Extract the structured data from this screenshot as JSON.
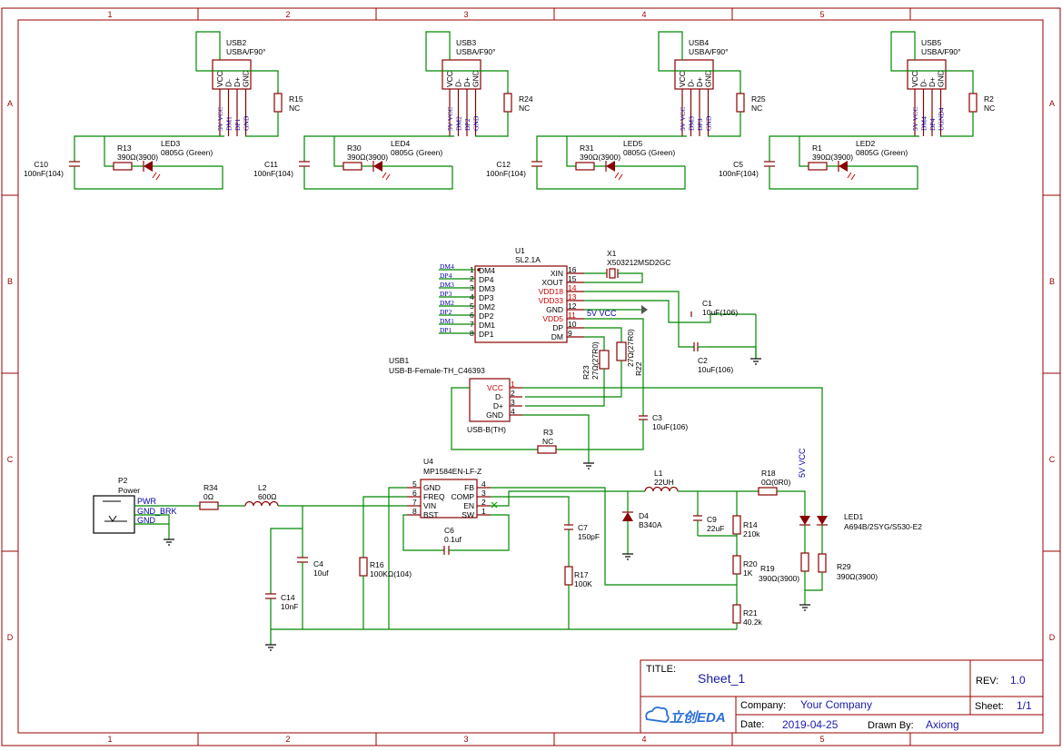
{
  "border": {
    "columns": [
      "1",
      "2",
      "3",
      "4",
      "5"
    ],
    "rows": [
      "A",
      "B",
      "C",
      "D"
    ]
  },
  "usb_ports": [
    {
      "ref": "USB2",
      "value": "USBA/F90°",
      "pins": [
        "VCC",
        "D-",
        "D+",
        "GND"
      ],
      "nets": [
        "5V VCC",
        "DM1",
        "DP1",
        "GND"
      ],
      "res_ref": "R15",
      "res_val": "NC",
      "cap_ref": "C10",
      "cap_val": "100nF(104)",
      "r_ref": "R13",
      "r_val": "390Ω(3900)",
      "led_ref": "LED3",
      "led_val": "0805G (Green)"
    },
    {
      "ref": "USB3",
      "value": "USBA/F90°",
      "pins": [
        "VCC",
        "D-",
        "D+",
        "GND"
      ],
      "nets": [
        "5V VCC",
        "DM2",
        "DP2",
        "GND"
      ],
      "res_ref": "R24",
      "res_val": "NC",
      "cap_ref": "C11",
      "cap_val": "100nF(104)",
      "r_ref": "R30",
      "r_val": "390Ω(3900)",
      "led_ref": "LED4",
      "led_val": "0805G (Green)"
    },
    {
      "ref": "USB4",
      "value": "USBA/F90°",
      "pins": [
        "VCC",
        "D-",
        "D+",
        "GND"
      ],
      "nets": [
        "5V VCC",
        "DM3",
        "DP3",
        "GND"
      ],
      "res_ref": "R25",
      "res_val": "NC",
      "cap_ref": "C12",
      "cap_val": "100nF(104)",
      "r_ref": "R31",
      "r_val": "390Ω(3900)",
      "led_ref": "LED5",
      "led_val": "0805G (Green)"
    },
    {
      "ref": "USB5",
      "value": "USBA/F90°",
      "pins": [
        "VCC",
        "D-",
        "D+",
        "GND"
      ],
      "nets": [
        "5V VCC",
        "DM4",
        "DP4",
        "UGND4"
      ],
      "res_ref": "R2",
      "res_val": "NC",
      "cap_ref": "C5",
      "cap_val": "100nF(104)",
      "r_ref": "R1",
      "r_val": "390Ω(3900)",
      "led_ref": "LED2",
      "led_val": "0805G (Green)"
    }
  ],
  "u1": {
    "ref": "U1",
    "value": "SL2.1A",
    "left_pins": [
      [
        "1",
        "DM4"
      ],
      [
        "2",
        "DP4"
      ],
      [
        "3",
        "DM3"
      ],
      [
        "4",
        "DP3"
      ],
      [
        "5",
        "DM2"
      ],
      [
        "6",
        "DP2"
      ],
      [
        "7",
        "DM1"
      ],
      [
        "8",
        "DP1"
      ]
    ],
    "right_pins": [
      [
        "16",
        "XIN"
      ],
      [
        "15",
        "XOUT"
      ],
      [
        "14",
        "VDD18"
      ],
      [
        "13",
        "VDD33"
      ],
      [
        "12",
        "GND"
      ],
      [
        "11",
        "VDD5"
      ],
      [
        "10",
        "DP"
      ],
      [
        "9",
        "DM"
      ]
    ],
    "left_nets": [
      "DM4",
      "DP4",
      "DM3",
      "DP3",
      "DM2",
      "DP2",
      "DM1",
      "DP1"
    ],
    "vcc_net": "5V VCC"
  },
  "x1": {
    "ref": "X1",
    "value": "X503212MSD2GC"
  },
  "c1": {
    "ref": "C1",
    "value": "10uF(106)"
  },
  "c2": {
    "ref": "C2",
    "value": "10uF(106)"
  },
  "c3": {
    "ref": "C3",
    "value": "10uF(106)"
  },
  "r23": {
    "ref": "R23",
    "value": "27Ω(27R0)"
  },
  "r22": {
    "ref": "R22",
    "value": "27Ω(27R0)"
  },
  "usb1": {
    "ref": "USB1",
    "value": "USB-B-Female-TH_C46393",
    "pins": [
      [
        "1",
        "VCC"
      ],
      [
        "2",
        "D-"
      ],
      [
        "3",
        "D+"
      ],
      [
        "4",
        "GND"
      ]
    ],
    "footprint": "USB-B(TH)"
  },
  "r3": {
    "ref": "R3",
    "value": "NC"
  },
  "p2": {
    "ref": "P2",
    "value": "Power",
    "pins": [
      "PWR",
      "GND_BRK",
      "GND"
    ]
  },
  "r34": {
    "ref": "R34",
    "value": "0Ω"
  },
  "l2": {
    "ref": "L2",
    "value": "600Ω"
  },
  "u4": {
    "ref": "U4",
    "value": "MP1584EN-LF-Z",
    "left_pins": [
      [
        "5",
        "GND"
      ],
      [
        "6",
        "FREQ"
      ],
      [
        "7",
        "VIN"
      ],
      [
        "8",
        "BST"
      ]
    ],
    "right_pins": [
      [
        "4",
        "FB"
      ],
      [
        "3",
        "COMP"
      ],
      [
        "2",
        "EN"
      ],
      [
        "1",
        "SW"
      ]
    ]
  },
  "c6": {
    "ref": "C6",
    "value": "0.1uf"
  },
  "c4": {
    "ref": "C4",
    "value": "10uf"
  },
  "c14": {
    "ref": "C14",
    "value": "10nF"
  },
  "r16": {
    "ref": "R16",
    "value": "100KΩ(104)"
  },
  "c7": {
    "ref": "C7",
    "value": "150pF"
  },
  "r17": {
    "ref": "R17",
    "value": "100K"
  },
  "l1": {
    "ref": "L1",
    "value": "22UH"
  },
  "d4": {
    "ref": "D4",
    "value": "B340A"
  },
  "c9": {
    "ref": "C9",
    "value": "22uF"
  },
  "r18": {
    "ref": "R18",
    "value": "0Ω(0R0)"
  },
  "r14": {
    "ref": "R14",
    "value": "210k"
  },
  "r20": {
    "ref": "R20",
    "value": "1K"
  },
  "r21": {
    "ref": "R21",
    "value": "40.2k"
  },
  "r19": {
    "ref": "R19",
    "value": "390Ω(3900)"
  },
  "r29": {
    "ref": "R29",
    "value": "390Ω(3900)"
  },
  "led1": {
    "ref": "LED1",
    "value": "A694B/2SYG/S530-E2"
  },
  "vcc_label": "5V VCC",
  "title_block": {
    "title_label": "TITLE:",
    "title": "Sheet_1",
    "rev_label": "REV:",
    "rev": "1.0",
    "company_label": "Company:",
    "company": "Your Company",
    "sheet_label": "Sheet:",
    "sheet": "1/1",
    "date_label": "Date:",
    "date": "2019-04-25",
    "drawn_label": "Drawn By:",
    "drawn": "Axiong",
    "logo": "立创EDA"
  },
  "colors": {
    "frame": "#990000",
    "wire": "#008800",
    "part": "#880000",
    "net": "#0000aa",
    "pin_red": "#cc0000"
  }
}
